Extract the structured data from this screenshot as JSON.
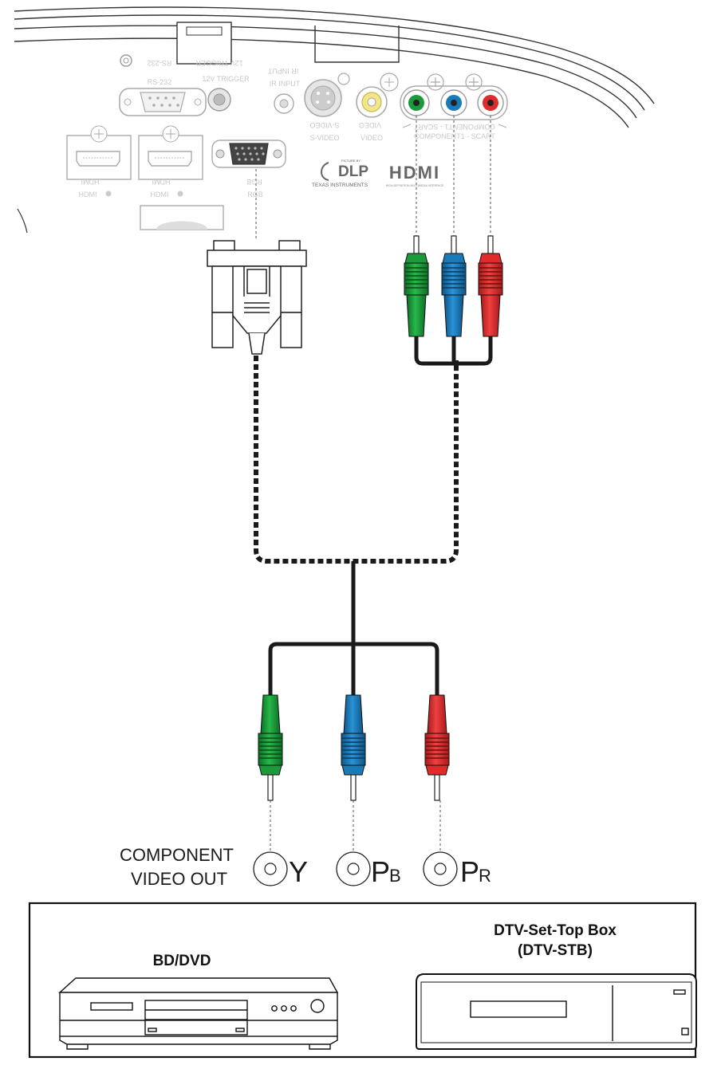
{
  "projector_panel": {
    "ports": {
      "rs232": "RS-232",
      "trigger": "12V TRIGGER",
      "ir_input": "IR INPUT",
      "s_video": "S-VIDEO",
      "video": "VIDEO",
      "component": "COMPONENT1 - SCART",
      "hdmi_1": "HDMI",
      "hdmi_2": "HDMI",
      "rgb": "RGB"
    },
    "logos": {
      "dlp_top": "PICTURE BY",
      "dlp": "DLP",
      "dlp_bottom": "TEXAS INSTRUMENTS",
      "hdmi": "HDMI",
      "hdmi_sub": "HIGH-DEFINITION MULTIMEDIA INTERFACE"
    }
  },
  "component_out": {
    "label_line1": "COMPONENT",
    "label_line2": "VIDEO OUT",
    "jacks": [
      {
        "main": "Y",
        "sub": ""
      },
      {
        "main": "P",
        "sub": "B"
      },
      {
        "main": "P",
        "sub": "R"
      }
    ]
  },
  "devices": {
    "bd_dvd": "BD/DVD",
    "stb_line1": "DTV-Set-Top Box",
    "stb_line2": "(DTV-STB)"
  },
  "colors": {
    "green": "#1a9a3a",
    "blue": "#1a7ab8",
    "red": "#e12a2a",
    "cable": "#1a1a1a",
    "panel_line": "#c8c8c8"
  }
}
